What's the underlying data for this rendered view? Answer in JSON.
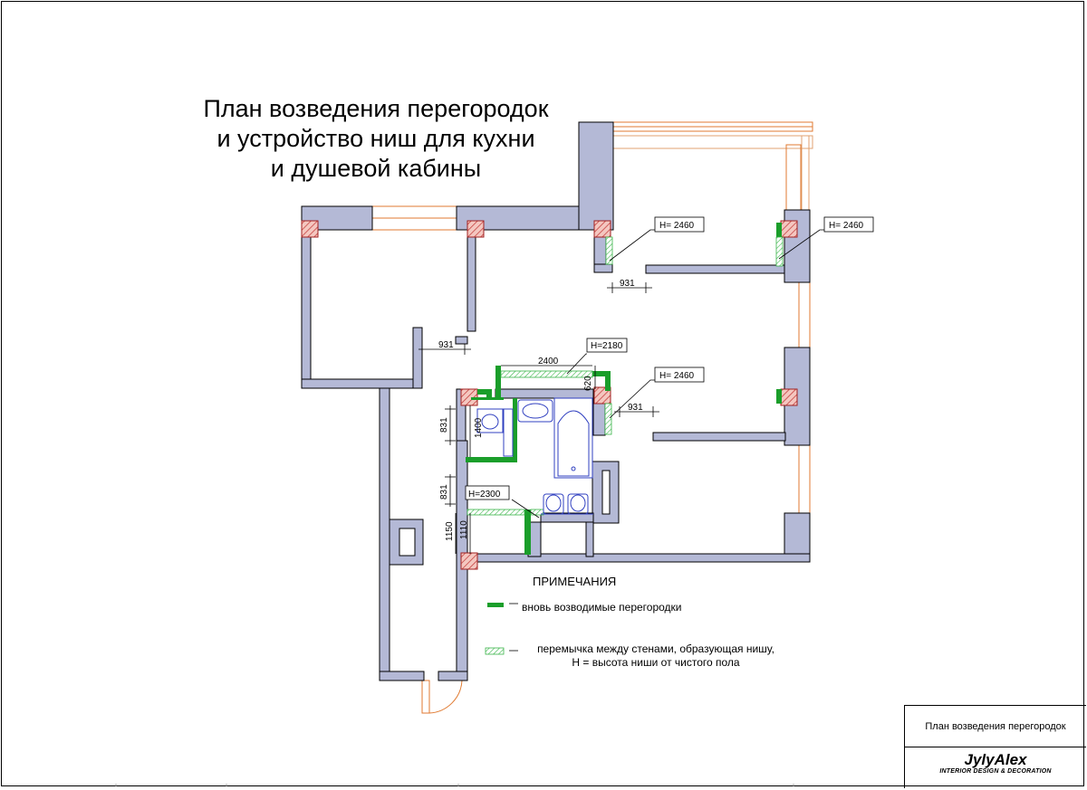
{
  "title": "План возведения перегородок\nи устройство ниш для кухни\nи душевой кабины",
  "niche_labels": [
    "H= 2460",
    "H= 2460",
    "H=2180",
    "H= 2460",
    "H=2300"
  ],
  "dimensions": [
    "931",
    "931",
    "2400",
    "620",
    "931",
    "831",
    "1400",
    "831",
    "1150",
    "1110"
  ],
  "notes": {
    "heading": "ПРИМЕЧАНИЯ",
    "new_partitions": "вновь возводимые перегородки",
    "niche_lintel": "перемычка между стенами, образующая нишу,\nН = высота ниши от чистого пола"
  },
  "stamp": {
    "sheet_title": "План возведения перегородок",
    "brand": "JylyAlex",
    "brand_subtitle": "INTERIOR DESIGN & DECORATION"
  },
  "colors": {
    "wall_fill": "#b4b9d6",
    "wall_stroke": "#000000",
    "new_partition": "#1a9e2a",
    "niche_hatch": "#3ab54a",
    "column_hatch": "#d04040",
    "window_frame": "#e07a30",
    "fixtures": "#3040c0"
  }
}
